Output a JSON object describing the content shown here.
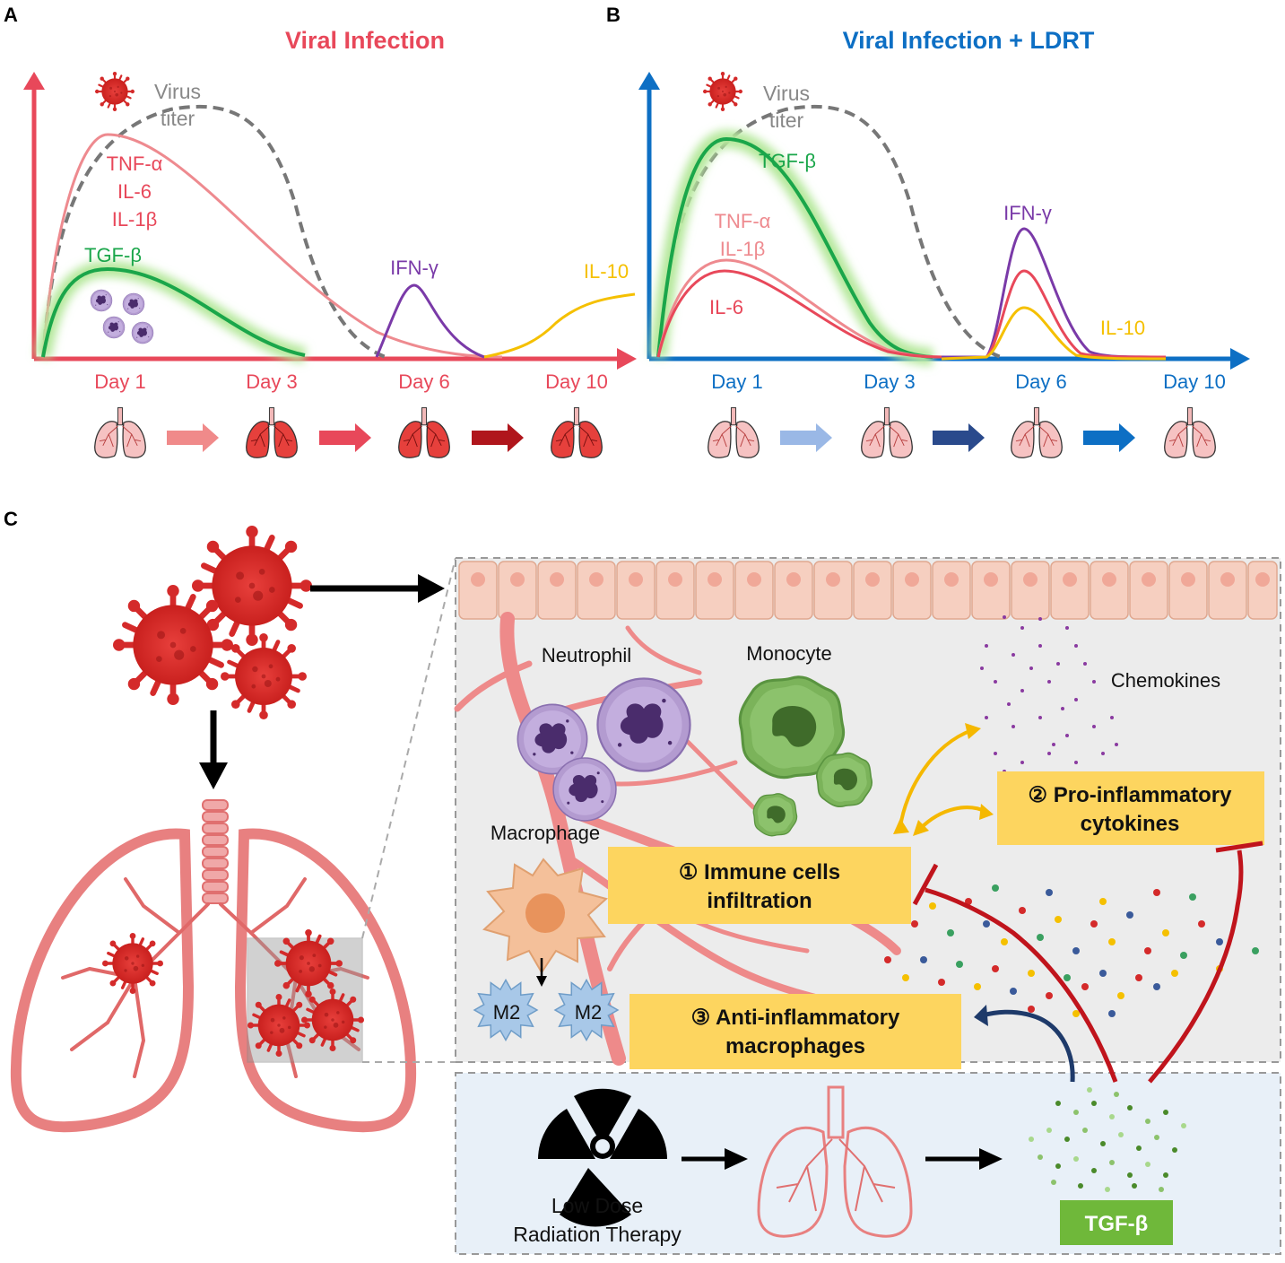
{
  "panel_a": {
    "letter": "A",
    "title": "Viral Infection",
    "virus_label_1": "Virus",
    "virus_label_2": "titer",
    "cytokines": [
      "TNF-α",
      "IL-6",
      "IL-1β"
    ],
    "tgf": "TGF-β",
    "ifn": "IFN-γ",
    "il10": "IL-10",
    "days": [
      "Day 1",
      "Day 3",
      "Day 6",
      "Day 10"
    ]
  },
  "panel_b": {
    "letter": "B",
    "title": "Viral Infection + LDRT",
    "virus_label_1": "Virus",
    "virus_label_2": "titer",
    "tgf": "TGF-β",
    "tnf": "TNF-α",
    "il1b": "IL-1β",
    "il6": "IL-6",
    "ifn": "IFN-γ",
    "il10": "IL-10",
    "days": [
      "Day 1",
      "Day 3",
      "Day 6",
      "Day 10"
    ]
  },
  "panel_c": {
    "letter": "C",
    "neutrophil": "Neutrophil",
    "monocyte": "Monocyte",
    "macrophage": "Macrophage",
    "m2_1": "M2",
    "m2_2": "M2",
    "chemokines": "Chemokines",
    "box1_line1": "① Immune cells",
    "box1_line2": "infiltration",
    "box2_line1": "② Pro-inflammatory",
    "box2_line2": "cytokines",
    "box3_line1": "③ Anti-inflammatory",
    "box3_line2": "macrophages",
    "ldrt_line1": "Low Dose",
    "ldrt_line2": "Radiation Therapy",
    "tgf_box": "TGF-β"
  },
  "colors": {
    "red": "#e8485a",
    "blue": "#0d6fc4",
    "green": "#1aa64a",
    "pink": "#ee8a8f",
    "purple": "#7a3aa8",
    "gold": "#f5c000",
    "box_yellow": "#fdd55f",
    "tgf_green": "#6fb83a"
  }
}
